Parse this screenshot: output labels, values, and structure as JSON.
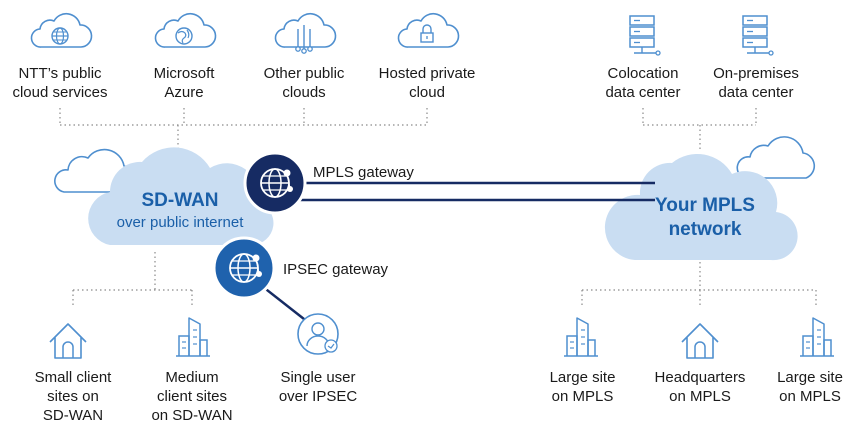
{
  "colors": {
    "icon_stroke": "#4f8fcf",
    "cloud_fill": "#c9ddf2",
    "cloud_title": "#1a5fa8",
    "gateway_dark": "#162b63",
    "gateway_blue": "#1f62ad",
    "connector_line": "#162b63",
    "dotted_line": "#8a8a8a"
  },
  "top_nodes": [
    {
      "icon": "globe-cloud-icon",
      "line1": "NTT’s public",
      "line2": "cloud services"
    },
    {
      "icon": "azure-cloud-icon",
      "line1": "Microsoft",
      "line2": "Azure"
    },
    {
      "icon": "network-cloud-icon",
      "line1": "Other public",
      "line2": "clouds"
    },
    {
      "icon": "lock-cloud-icon",
      "line1": "Hosted private",
      "line2": "cloud"
    },
    {
      "icon": "server-rack-icon",
      "line1": "Colocation",
      "line2": "data center"
    },
    {
      "icon": "server-rack-icon",
      "line1": "On-premises",
      "line2": "data center"
    }
  ],
  "sdwan": {
    "title": "SD-WAN",
    "subtitle": "over public internet"
  },
  "mpls_cloud": {
    "line1": "Your MPLS",
    "line2": "network"
  },
  "gateways": {
    "mpls": {
      "icon": "globe-network-icon",
      "label": "MPLS gateway"
    },
    "ipsec": {
      "icon": "globe-network-icon",
      "label": "IPSEC gateway"
    }
  },
  "bottom_left_nodes": [
    {
      "icon": "house-icon",
      "lines": [
        "Small client",
        "sites on",
        "SD-WAN"
      ]
    },
    {
      "icon": "buildings-icon",
      "lines": [
        "Medium",
        "client sites",
        "on SD-WAN"
      ]
    },
    {
      "icon": "user-globe-icon",
      "lines": [
        "Single user",
        "over IPSEC"
      ]
    }
  ],
  "bottom_right_nodes": [
    {
      "icon": "buildings-icon",
      "lines": [
        "Large site",
        "on MPLS"
      ]
    },
    {
      "icon": "house-icon",
      "lines": [
        "Headquarters",
        "on MPLS"
      ]
    },
    {
      "icon": "buildings-icon",
      "lines": [
        "Large site",
        "on MPLS"
      ]
    }
  ]
}
